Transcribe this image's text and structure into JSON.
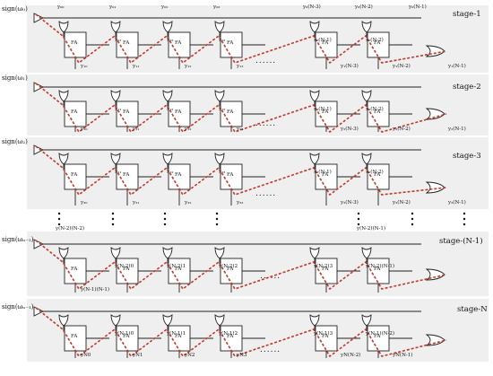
{
  "stages": [
    {
      "label": "stage-1",
      "sign": "sign(ω₀)",
      "top": [
        "y₀₀",
        "y₀₁",
        "y₀₂",
        "y₀₃",
        "y₀(N-3)",
        "y₀(N-2)",
        "y₀(N-1)"
      ],
      "inputs": [
        "x₀₁",
        "x₀₂",
        "x₀₃",
        "x₀(N-1)",
        "x₀(N-2)"
      ],
      "outputs": [
        "y₁₀",
        "y₁₁",
        "y₁₂",
        "y₁₃",
        "y₁(N-3)",
        "y₁(N-2)",
        "y₁(N-1)"
      ]
    },
    {
      "label": "stage-2",
      "sign": "sign(ω₁)",
      "inputs": [
        "x₁₁",
        "x₁₂",
        "x₁₃",
        "x₁(N-1)",
        "x₁(N-2)"
      ],
      "outputs": [
        "y₂₀",
        "y₂₁",
        "y₂₂",
        "y₂₃",
        "y₂(N-3)",
        "y₂(N-2)",
        "y₂(N-1)"
      ]
    },
    {
      "label": "stage-3",
      "sign": "sign(ω₂)",
      "inputs": [
        "x₂₁",
        "x₂₂",
        "x₂₃",
        "x₂(N-1)",
        "x₂(N-2)"
      ],
      "outputs": [
        "y₃₀",
        "y₃₁",
        "y₃₂",
        "y₃₃",
        "y₃(N-3)",
        "y₃(N-2)",
        "y₃(N-1)"
      ]
    },
    {
      "label": "stage-(N-1)",
      "sign": "sign(ωₙ₋₂)",
      "top": [
        "y(N-2)(N-2)",
        "y(N-2)(N-1)"
      ],
      "inputs": [
        "x(N-2)0",
        "x(N-2)1",
        "x(N-2)2",
        "x(N-2)3",
        "x(N-2)(N-1)"
      ],
      "outputs": [
        "y(N-1)(N-1)"
      ]
    },
    {
      "label": "stage-N",
      "sign": "sign(ωₙ₋₁)",
      "inputs": [
        "y(N-1)0",
        "y(N-1)1",
        "y(N-1)2",
        "y(N-1)3",
        "y(N-1)(N-2)"
      ],
      "outputs": [
        "yN0",
        "yN1",
        "yN2",
        "yN3",
        "yN(N-2)",
        "yN(N-1)"
      ]
    }
  ],
  "fa_label": "FA",
  "ellipsis": "......"
}
